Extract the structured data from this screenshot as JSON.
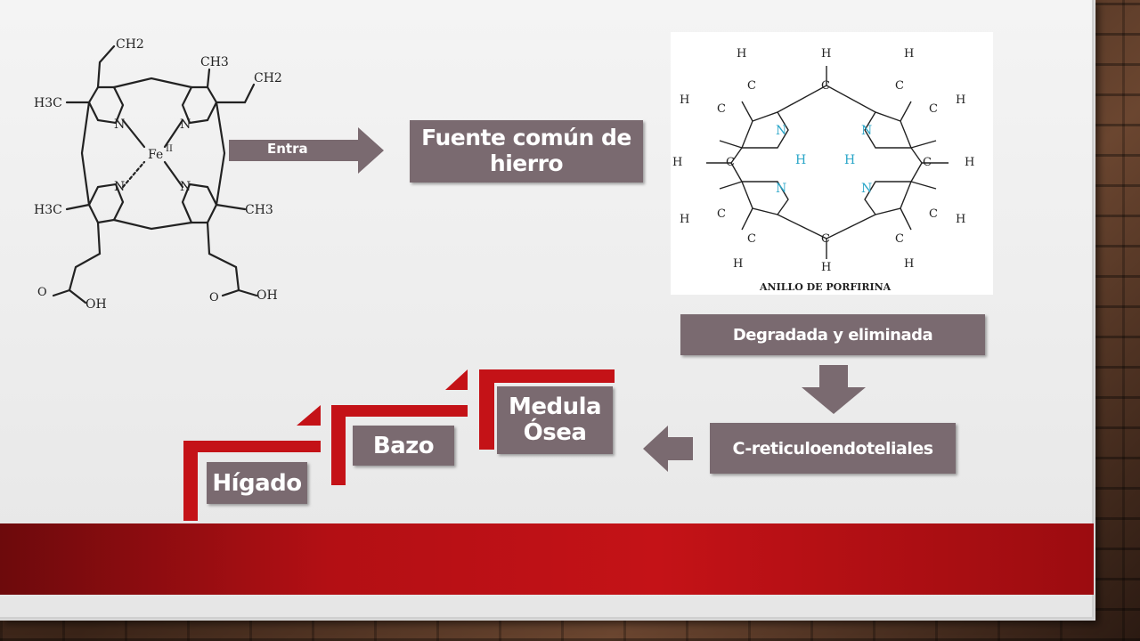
{
  "labels": {
    "entra": "Entra",
    "fuente": "Fuente común de hierro",
    "degradada": "Degradada y eliminada",
    "creticulo": "C-reticuloendoteliales",
    "medula": "Medula Ósea",
    "bazo": "Bazo",
    "higado": "Hígado"
  },
  "heme": {
    "vinyl_top": "CH2",
    "methyl_top_right": "CH3",
    "vinyl_right": "CH2",
    "methyl_left_top": "H3C",
    "metal": "Fe",
    "metal_charge": "II",
    "methyl_left_bottom": "H3C",
    "methyl_right_bottom": "CH3",
    "oh_left": "OH",
    "oh_right": "OH",
    "n_atom": "N"
  },
  "porphyrin": {
    "caption": "ANILLO DE PORFIRINA",
    "h": "H",
    "c": "C",
    "n": "N"
  },
  "colors": {
    "box": "#7a6a70",
    "accent_red": "#c41217",
    "nitrogen_blue": "#2aa6c8"
  }
}
